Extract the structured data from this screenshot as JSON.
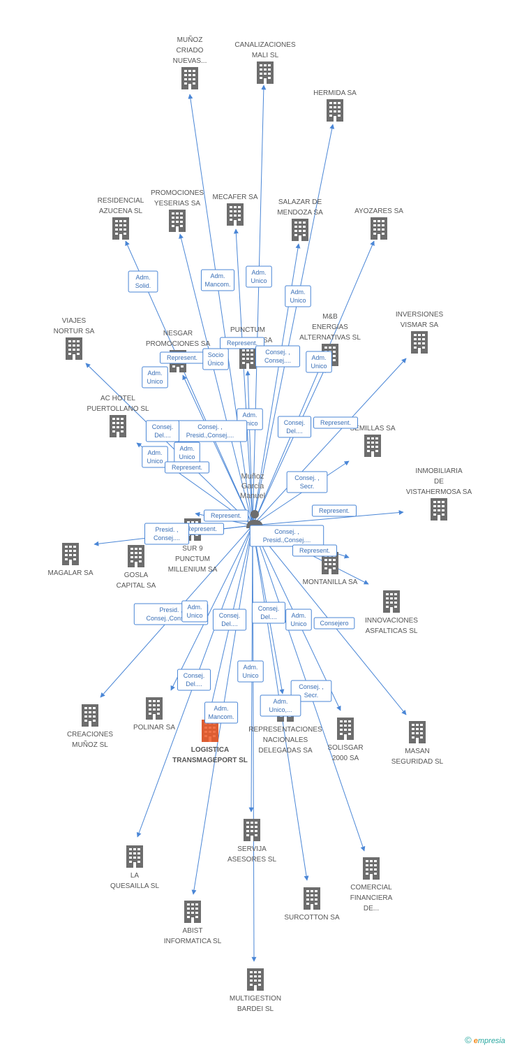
{
  "person": {
    "name_lines": [
      "Muñoz",
      "Garcia",
      "Manuel"
    ]
  },
  "colors": {
    "edge": "#4a86d6",
    "building": "#6d6d6d",
    "focus_building": "#f05a28",
    "role_text": "#3a6fb6"
  },
  "nodes": [
    {
      "id": "munoz-criado",
      "lines": [
        "MUÑOZ",
        "CRIADO",
        "NUEVAS..."
      ],
      "label_pos": "above"
    },
    {
      "id": "canalizaciones-mali",
      "lines": [
        "CANALIZACIONES",
        "MALI SL"
      ],
      "label_pos": "above"
    },
    {
      "id": "hermida",
      "lines": [
        "HERMIDA SA"
      ],
      "label_pos": "above"
    },
    {
      "id": "residencial-azucena",
      "lines": [
        "RESIDENCIAL",
        "AZUCENA SL"
      ],
      "label_pos": "above"
    },
    {
      "id": "promociones-yeserias",
      "lines": [
        "PROMOCIONES",
        "YESERIAS SA"
      ],
      "label_pos": "above"
    },
    {
      "id": "mecafer",
      "lines": [
        "MECAFER SA"
      ],
      "label_pos": "above"
    },
    {
      "id": "salazar-mendoza",
      "lines": [
        "SALAZAR DE",
        "MENDOZA SA"
      ],
      "label_pos": "above"
    },
    {
      "id": "ayozares",
      "lines": [
        "AYOZARES SA"
      ],
      "label_pos": "above"
    },
    {
      "id": "viajes-nortur",
      "lines": [
        "VIAJES",
        "NORTUR SA"
      ],
      "label_pos": "above"
    },
    {
      "id": "nesgar",
      "lines": [
        "NESGAR",
        "PROMOCIONES SA"
      ],
      "label_pos": "above"
    },
    {
      "id": "punctum-millenium",
      "lines": [
        "PUNCTUM",
        "MILLENIUM SA"
      ],
      "label_pos": "above"
    },
    {
      "id": "mb-energias",
      "lines": [
        "M&B",
        "ENERGIAS",
        "ALTERNATIVAS SL"
      ],
      "label_pos": "above"
    },
    {
      "id": "inversiones-vismar",
      "lines": [
        "INVERSIONES",
        "VISMAR SA"
      ],
      "label_pos": "above"
    },
    {
      "id": "ac-hotel",
      "lines": [
        "AC HOTEL",
        "PUERTOLLANO SL"
      ],
      "label_pos": "above"
    },
    {
      "id": "semillas",
      "lines": [
        "SEMILLAS SA"
      ],
      "label_pos": "above"
    },
    {
      "id": "inmobiliaria-vistahermosa",
      "lines": [
        "INMOBILIARIA",
        "DE",
        "VISTAHERMOSA SA"
      ],
      "label_pos": "above"
    },
    {
      "id": "sur9-punctum",
      "lines": [
        "SUR 9",
        "PUNCTUM",
        "MILLENIUM SA"
      ],
      "label_pos": "below"
    },
    {
      "id": "magalar",
      "lines": [
        "MAGALAR SA"
      ],
      "label_pos": "below"
    },
    {
      "id": "gosla-capital",
      "lines": [
        "GOSLA",
        "CAPITAL SA"
      ],
      "label_pos": "below"
    },
    {
      "id": "montanilla",
      "lines": [
        "MONTANILLA SA"
      ],
      "label_pos": "below"
    },
    {
      "id": "innovaciones-asfalticas",
      "lines": [
        "INNOVACIONES",
        "ASFALTICAS SL"
      ],
      "label_pos": "below"
    },
    {
      "id": "creaciones-munoz",
      "lines": [
        "CREACIONES",
        "MUÑOZ SL"
      ],
      "label_pos": "below"
    },
    {
      "id": "polinar",
      "lines": [
        "POLINAR SA"
      ],
      "label_pos": "below"
    },
    {
      "id": "logistica-transmageport",
      "lines": [
        "LOGISTICA",
        "TRANSMAGEPORT SL"
      ],
      "label_pos": "below",
      "focus": true
    },
    {
      "id": "representaciones-nacionales",
      "lines": [
        "REPRESENTACIONES",
        "NACIONALES",
        "DELEGADAS SA"
      ],
      "label_pos": "below"
    },
    {
      "id": "solisgar",
      "lines": [
        "SOLISGAR",
        "2000 SA"
      ],
      "label_pos": "below"
    },
    {
      "id": "masan-seguridad",
      "lines": [
        "MASAN",
        "SEGURIDAD SL"
      ],
      "label_pos": "below"
    },
    {
      "id": "servija-asesores",
      "lines": [
        "SERVIJA",
        "ASESORES SL"
      ],
      "label_pos": "below"
    },
    {
      "id": "la-quesailla",
      "lines": [
        "LA",
        "QUESAILLA SL"
      ],
      "label_pos": "below"
    },
    {
      "id": "comercial-financiera",
      "lines": [
        "COMERCIAL",
        "FINANCIERA",
        "DE..."
      ],
      "label_pos": "below"
    },
    {
      "id": "surcotton",
      "lines": [
        "SURCOTTON SA"
      ],
      "label_pos": "below"
    },
    {
      "id": "abist-informatica",
      "lines": [
        "ABIST",
        "INFORMATICA SL"
      ],
      "label_pos": "below"
    },
    {
      "id": "multigestion-bardei",
      "lines": [
        "MULTIGESTION",
        "BARDEI SL"
      ],
      "label_pos": "below"
    }
  ],
  "roles": [
    {
      "lines": [
        "Adm.",
        "Solid."
      ]
    },
    {
      "lines": [
        "Adm.",
        "Mancom."
      ]
    },
    {
      "lines": [
        "Adm.",
        "Unico"
      ]
    },
    {
      "lines": [
        "Adm.",
        "Unico"
      ]
    },
    {
      "lines": [
        "Consej.",
        "Del...."
      ]
    },
    {
      "lines": [
        "Represent."
      ]
    },
    {
      "lines": [
        "Represent."
      ]
    },
    {
      "lines": [
        "Socio",
        "Único"
      ]
    },
    {
      "lines": [
        "Consej. ,",
        "Consej...."
      ]
    },
    {
      "lines": [
        "Adm.",
        "Unico"
      ]
    },
    {
      "lines": [
        "Adm.",
        "Unico"
      ]
    },
    {
      "lines": [
        "Adm.",
        "Unico"
      ]
    },
    {
      "lines": [
        "Consej. ,",
        "Presid.,Consej...."
      ]
    },
    {
      "lines": [
        "Consej.",
        "Del...."
      ]
    },
    {
      "lines": [
        "Represent."
      ]
    },
    {
      "lines": [
        "Adm.",
        "Unico"
      ]
    },
    {
      "lines": [
        "Adm.",
        "Unico"
      ]
    },
    {
      "lines": [
        "Represent."
      ]
    },
    {
      "lines": [
        "Consej. ,",
        "Secr."
      ]
    },
    {
      "lines": [
        "Represent."
      ]
    },
    {
      "lines": [
        "Represent."
      ]
    },
    {
      "lines": [
        "Represent."
      ]
    },
    {
      "lines": [
        "Presid. ,",
        "Consej...."
      ]
    },
    {
      "lines": [
        "Consej. ,",
        "Presid.,Consej...."
      ]
    },
    {
      "lines": [
        "Represent."
      ]
    },
    {
      "lines": [
        "Presid. ,",
        "Consej.,Consej...."
      ]
    },
    {
      "lines": [
        "Adm.",
        "Unico"
      ]
    },
    {
      "lines": [
        "Consej.",
        "Del...."
      ]
    },
    {
      "lines": [
        "Consej.",
        "Del...."
      ]
    },
    {
      "lines": [
        "Adm.",
        "Unico"
      ]
    },
    {
      "lines": [
        "Consejero"
      ]
    },
    {
      "lines": [
        "Adm.",
        "Unico"
      ]
    },
    {
      "lines": [
        "Consej.",
        "Del...."
      ]
    },
    {
      "lines": [
        "Consej. ,",
        "Secr."
      ]
    },
    {
      "lines": [
        "Adm.",
        "Unico,..."
      ]
    },
    {
      "lines": [
        "Adm.",
        "Mancom."
      ]
    }
  ],
  "footer": {
    "copyright": "©",
    "brand_initial": "e",
    "brand_rest": "mpresia"
  }
}
